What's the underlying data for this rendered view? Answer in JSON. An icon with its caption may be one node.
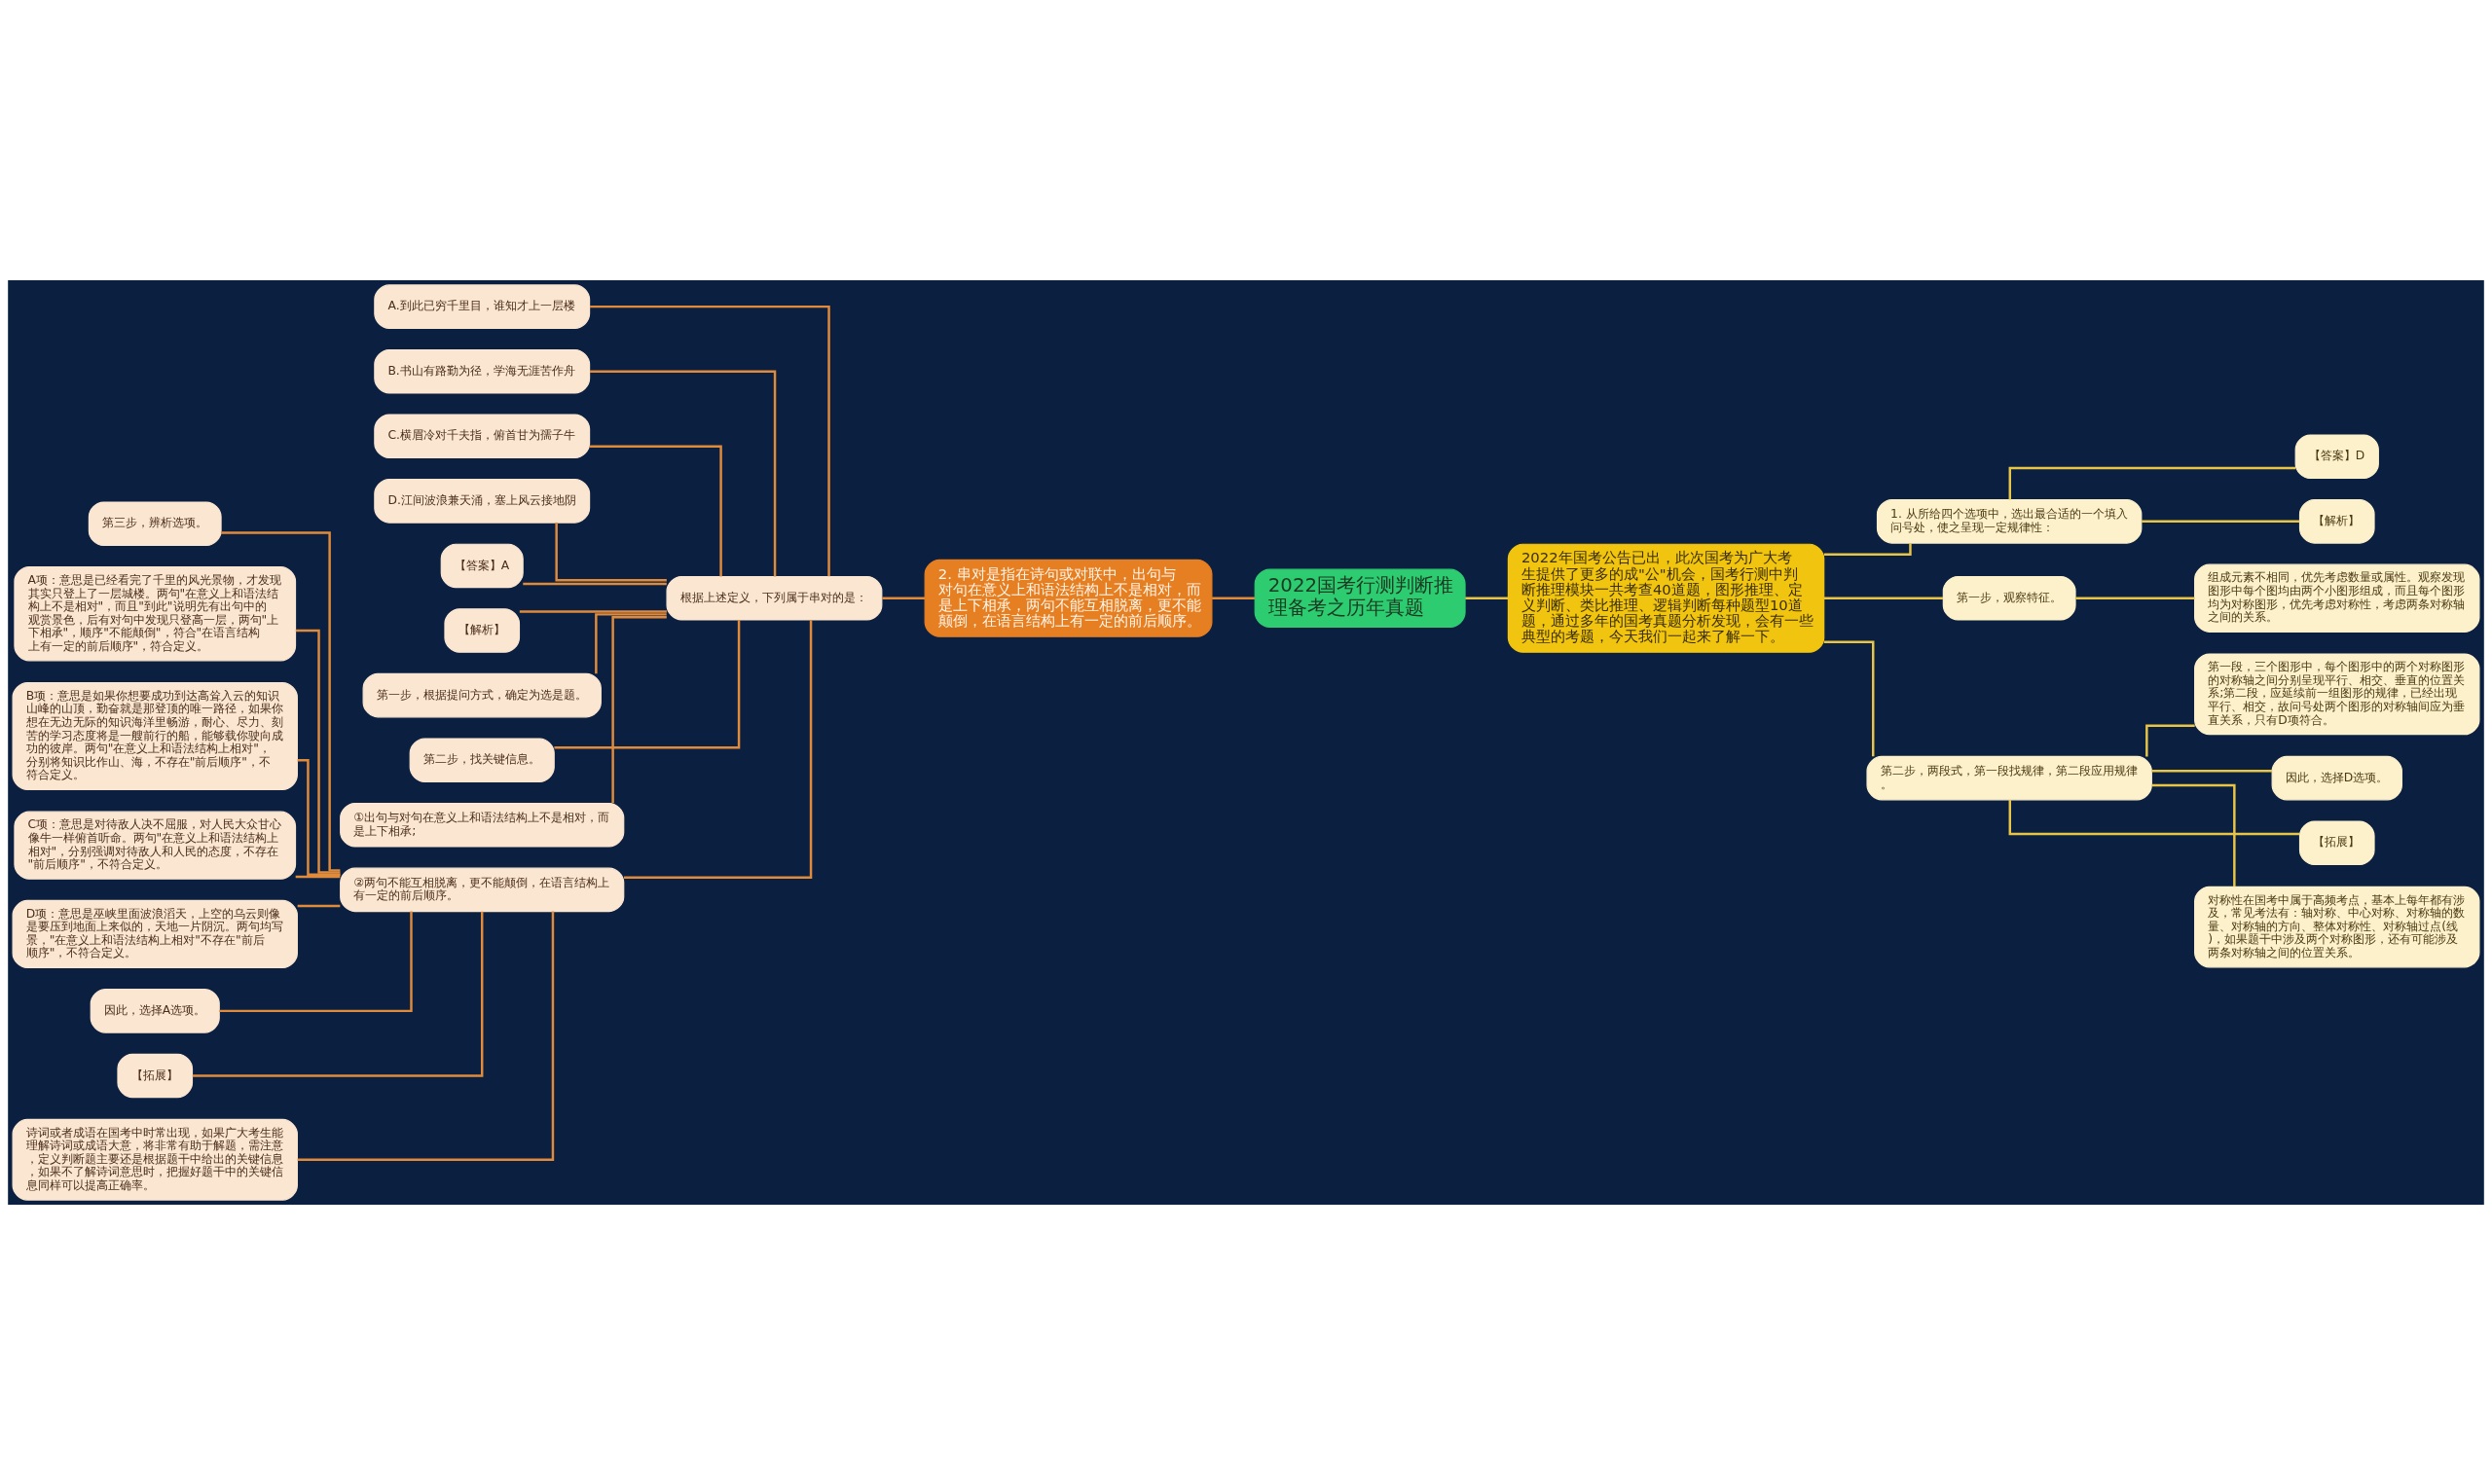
{
  "diagram": {
    "nodes": [
      {
        "text": [
          "2022国考行测判断推理备考之历年真题"
        ]
      },
      {
        "text": [
          "2022年国考公告已出，此次国考为广大考生提供了更多的成\"公\"机会，国考行测中判断推理模块一共考查40道题，图形推理、定义判断、类比推理、逻辑判断每种题型10道题，通过多年的国考真题分析发现，会有一些典型的考题，今天我们一起来了解一下。"
        ]
      },
      {
        "text": [
          "1. 从所给四个选项中，选出最合适的一个填入问号处，使之呈现一定规律性："
        ]
      },
      {
        "text": [
          "【答案】D"
        ]
      },
      {
        "text": [
          "【解析】"
        ]
      },
      {
        "text": [
          "第一步，观察特征。"
        ]
      },
      {
        "text": [
          "组成元素不相同，优先考虑数量或属性。观察发现图形中每个图均由两个小图形组成，而且每个图形均为对称图形，优先考虑对称性，考虑两条对称轴之间的关系。"
        ]
      },
      {
        "text": [
          "第二步，两段式，第一段找规律，第二段应用规律。"
        ]
      },
      {
        "text": [
          "第一段，三个图形中，每个图形中的两个对称图形的对称轴之间分别呈现平行、相交、垂直的位置关系;第二段，应延续前一组图形的规律，已经出现平行、相交，故问号处两个图形的对称轴间应为垂直关系，只有D项符合。"
        ]
      },
      {
        "text": [
          "因此，选择D选项。"
        ]
      },
      {
        "text": [
          "【拓展】"
        ]
      },
      {
        "text": [
          "对称性在国考中属于高频考点，基本上每年都有涉及，常见考法有：轴对称、中心对称、对称轴的数量、对称轴的方向、整体对称性、对称轴过点(线)，如果题干中涉及两个对称图形，还有可能涉及两条对称轴之间的位置关系。"
        ]
      },
      {
        "text": [
          "2. 串对是指在诗句或对联中，出句与对句在意义上和语法结构上不是相对，而是上下相承，两句不能互相脱离，更不能颠倒，在语言结构上有一定的前后顺序。"
        ]
      },
      {
        "text": [
          "根据上述定义，下列属于串对的是："
        ]
      },
      {
        "text": [
          "A.到此已穷千里目，谁知才上一层楼"
        ]
      },
      {
        "text": [
          "B.书山有路勤为径，学海无涯苦作舟"
        ]
      },
      {
        "text": [
          "C.横眉冷对千夫指，俯首甘为孺子牛"
        ]
      },
      {
        "text": [
          "D.江间波浪兼天涌，塞上风云接地阴"
        ]
      },
      {
        "text": [
          "【答案】A"
        ]
      },
      {
        "text": [
          "【解析】"
        ]
      },
      {
        "text": [
          "第一步，根据提问方式，确定为选是题。"
        ]
      },
      {
        "text": [
          "第二步，找关键信息。"
        ]
      },
      {
        "text": [
          "①出句与对句在意义上和语法结构上不是相对，而是上下相承;"
        ]
      },
      {
        "text": [
          "②两句不能互相脱离，更不能颠倒，在语言结构上有一定的前后顺序。"
        ]
      },
      {
        "text": [
          "第三步，辨析选项。"
        ]
      },
      {
        "text": [
          "A项：意思是已经看完了千里的风光景物，才发现其实只登上了一层城楼。两句\"在意义上和语法结构上不是相对\"，而且\"到此\"说明先有出句中的观赏景色，后有对句中发现只登高一层，两句\"上下相承\"，顺序\"不能颠倒\"，符合\"在语言结构上有一定的前后顺序\"，符合定义。"
        ]
      },
      {
        "text": [
          "B项：意思是如果你想要成功到达高耸入云的知识山峰的山顶，勤奋就是那登顶的唯一路径，如果你想在无边无际的知识海洋里畅游，耐心、尽力、刻苦的学习态度将是一艘前行的船，能够载你驶向成功的彼岸。两句\"在意义上和语法结构上相对\"，分别将知识比作山、海，不存在\"前后顺序\"，不符合定义。"
        ]
      },
      {
        "text": [
          "C项：意思是对待敌人决不屈服，对人民大众甘心像牛一样俯首听命。两句\"在意义上和语法结构上相对\"，分别强调对待敌人和人民的态度，不存在\"前后顺序\"，不符合定义。"
        ]
      },
      {
        "text": [
          "D项：意思是巫峡里面波浪滔天，上空的乌云则像是要压到地面上来似的，天地一片阴沉。两句均写景，\"在意义上和语法结构上相对\"不存在\"前后顺序\"，不符合定义。"
        ]
      },
      {
        "text": [
          "因此，选择A选项。"
        ]
      },
      {
        "text": [
          "【拓展】"
        ]
      },
      {
        "text": [
          "诗词或者成语在国考中时常出现，如果广大考生能理解诗词或成语大意，将非常有助于解题，需注意，定义判断题主要还是根据题干中给出的关键信息，如果不了解诗词意思时，把握好题干中的关键信息同样可以提高正确率。"
        ]
      }
    ],
    "edges": [
      {
        "from": 0,
        "to": 1,
        "arrow": "none",
        "color": "#e8c547"
      },
      {
        "from": 1,
        "to": 2,
        "arrow": "none",
        "color": "#e8c547"
      },
      {
        "from": 2,
        "to": 3,
        "arrow": "none",
        "color": "#e8c547"
      },
      {
        "from": 2,
        "to": 4,
        "arrow": "none",
        "color": "#e8c547"
      },
      {
        "from": 1,
        "to": 5,
        "arrow": "none",
        "color": "#e8c547"
      },
      {
        "from": 5,
        "to": 6,
        "arrow": "none",
        "color": "#e8c547"
      },
      {
        "from": 1,
        "to": 7,
        "arrow": "none",
        "color": "#e8c547"
      },
      {
        "from": 7,
        "to": 8,
        "arrow": "none",
        "color": "#e8c547"
      },
      {
        "from": 7,
        "to": 9,
        "arrow": "none",
        "color": "#e8c547"
      },
      {
        "from": 7,
        "to": 10,
        "arrow": "none",
        "color": "#e8c547"
      },
      {
        "from": 7,
        "to": 11,
        "arrow": "none",
        "color": "#e8c547"
      },
      {
        "from": 0,
        "to": 12,
        "arrow": "none"
      },
      {
        "from": 12,
        "to": 13,
        "arrow": "none"
      },
      {
        "from": 13,
        "to": 14,
        "arrow": "none"
      },
      {
        "from": 13,
        "to": 15,
        "arrow": "none"
      },
      {
        "from": 13,
        "to": 16,
        "arrow": "none"
      },
      {
        "from": 13,
        "to": 17,
        "arrow": "none"
      },
      {
        "from": 13,
        "to": 18,
        "arrow": "none"
      },
      {
        "from": 13,
        "to": 19,
        "arrow": "none"
      },
      {
        "from": 13,
        "to": 20,
        "arrow": "none"
      },
      {
        "from": 13,
        "to": 21,
        "arrow": "none"
      },
      {
        "from": 13,
        "to": 22,
        "arrow": "none"
      },
      {
        "from": 13,
        "to": 23,
        "arrow": "none"
      },
      {
        "from": 23,
        "to": 24,
        "arrow": "none"
      },
      {
        "from": 23,
        "to": 25,
        "arrow": "none"
      },
      {
        "from": 23,
        "to": 26,
        "arrow": "none"
      },
      {
        "from": 23,
        "to": 27,
        "arrow": "none"
      },
      {
        "from": 23,
        "to": 28,
        "arrow": "none"
      },
      {
        "from": 23,
        "to": 29,
        "arrow": "none"
      },
      {
        "from": 23,
        "to": 30,
        "arrow": "none"
      },
      {
        "from": 23,
        "to": 31,
        "arrow": "none"
      }
    ]
  }
}
